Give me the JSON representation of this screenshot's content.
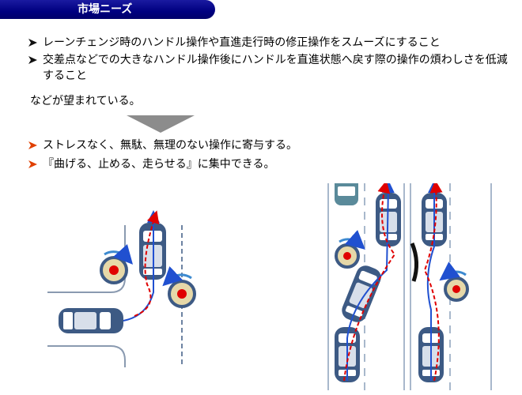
{
  "header": {
    "title": "市場ニーズ"
  },
  "bullets": [
    {
      "text": "レーンチェンジ時のハンドル操作や直進走行時の修正操作をスムーズにすること"
    },
    {
      "text": "交差点などでの大きなハンドル操作後にハンドルを直進状態へ戻す際の操作の煩わしさを低減すること"
    }
  ],
  "note": "などが望まれている。",
  "results": [
    {
      "text": "ストレスなく、無駄、無理のない操作に寄与する。"
    },
    {
      "text": "『曲げる、止める、走らせる』に集中できる。"
    }
  ],
  "icons": {
    "bullet_black": "arrow-bullet-icon",
    "bullet_red": "arrow-bullet-red-icon",
    "down_arrow": "down-triangle-icon"
  },
  "colors": {
    "header_bg": "#000080",
    "car_body": "#3d5a84",
    "path_red": "#e00000",
    "path_blue": "#2050d0"
  }
}
